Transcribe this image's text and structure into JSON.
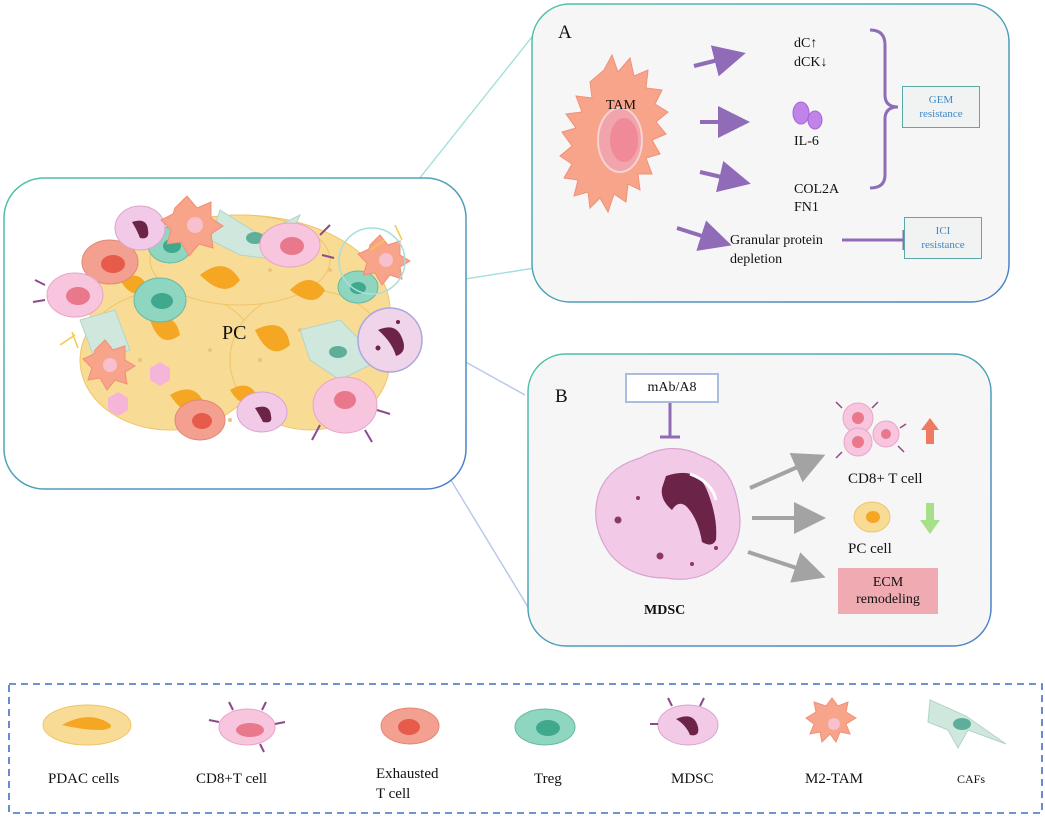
{
  "center_label": "PC",
  "panel_a": {
    "letter": "A",
    "cell_label": "TAM",
    "outputs": {
      "dc": "dC↑",
      "dck": "dCK↓",
      "il6": "IL-6",
      "col2a": "COL2A",
      "fn1": "FN1"
    },
    "granular_line1": "Granular protein",
    "granular_line2": "depletion",
    "gem_line1": "GEM",
    "gem_line2": "resistance",
    "ici_line1": "ICI",
    "ici_line2": "resistance"
  },
  "panel_b": {
    "letter": "B",
    "inhibitor": "mAb/A8",
    "cell_label": "MDSC",
    "cd8": "CD8+ T cell",
    "pc_cell": "PC cell",
    "ecm_line1": "ECM",
    "ecm_line2": "remodeling"
  },
  "legend": {
    "pdac": "PDAC cells",
    "cd8": "CD8+T cell",
    "exhausted_line1": "Exhausted",
    "exhausted_line2": "T cell",
    "treg": "Treg",
    "mdsc": "MDSC",
    "m2tam": "M2-TAM",
    "cafs": "CAFs"
  },
  "colors": {
    "arrow_purple": "#8f6bb8",
    "arrow_gray": "#a3a3a3",
    "panel_border": "#4fb7a9",
    "tam": "#f7a48a",
    "mdsc": "#f3c9e8",
    "pdac": "#f8dc95",
    "ecm_box": "#f0aab2",
    "legend_border": "#3f6fc6"
  }
}
